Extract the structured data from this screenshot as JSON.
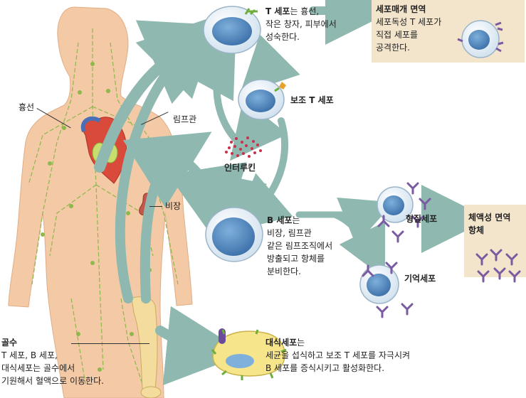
{
  "labels": {
    "thymus": "흉선",
    "lymph_vessel": "림프관",
    "spleen": "비장",
    "interleukin": "인터루킨",
    "helper_t": "보조 T 세포",
    "plasma_cell": "형질세포",
    "memory_cell": "기억세포"
  },
  "t_cell": {
    "title": "T 세포",
    "line1_rest": "는 흉선,",
    "line2": "작은 창자, 피부에서",
    "line3": "성숙한다."
  },
  "cell_mediated_box": {
    "title": "세포매개 면역",
    "line1": "세포독성 T 세포가",
    "line2": "직접 세포를",
    "line3": "공격한다."
  },
  "humoral_box": {
    "line1": "체액성 면역",
    "line2": "항체"
  },
  "b_cell": {
    "title": "B 세포",
    "title_suffix": "는",
    "line1": "비장, 림프관",
    "line2": "같은 림프조직에서",
    "line3": "방출되고 항체를",
    "line4": "분비한다."
  },
  "bone_marrow": {
    "title": "골수",
    "line1": "T 세포, B 세포,",
    "line2": "대식세포는 골수에서",
    "line3": "기원해서 혈액으로 이동한다."
  },
  "macrophage": {
    "title": "대식세포",
    "title_suffix": "는",
    "line1": "세균을 섭식하고 보조 T 세포를 자극시켜",
    "line2": "B 세포를 증식시키고 활성화한다."
  },
  "colors": {
    "arrow": "#8fb8b0",
    "cell_body": "#e6eef5",
    "nucleus": "#4f86bf",
    "skin": "#f3c9a6",
    "lymph": "#8db84a",
    "antibody": "#7a5aa0",
    "box_bg": "#f3e4cc"
  }
}
